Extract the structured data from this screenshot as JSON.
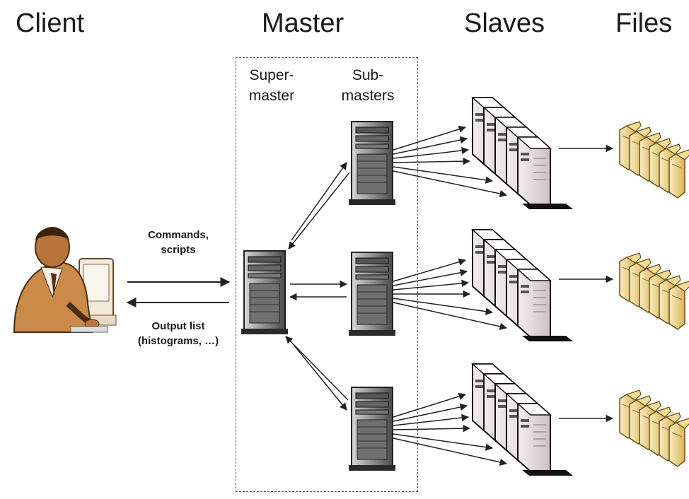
{
  "headers": {
    "client": "Client",
    "master": "Master",
    "slaves": "Slaves",
    "files": "Files"
  },
  "master_box": {
    "supermaster_label": "Super-\nmaster",
    "submasters_label": "Sub-\nmasters"
  },
  "arrows": {
    "commands_label": "Commands,\nscripts",
    "output_label": "Output list\n(histograms, …)"
  },
  "colors": {
    "server": "#8a8a8a",
    "server_dark": "#3c3c3c",
    "folder": "#e8cf8a",
    "client_skin": "#c98a4a",
    "arrow": "#222222"
  }
}
